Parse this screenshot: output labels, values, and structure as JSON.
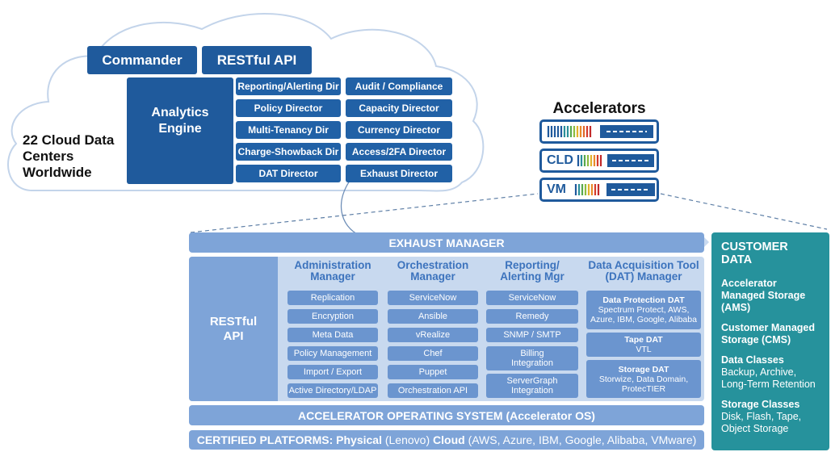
{
  "cloud": {
    "commander": "Commander",
    "restful_api": "RESTful API",
    "engine": "Analytics Engine",
    "directors": [
      "Reporting/Alerting Dir",
      "Audit / Compliance",
      "Policy Director",
      "Capacity Director",
      "Multi-Tenancy Dir",
      "Currency Director",
      "Charge-Showback Dir",
      "Access/2FA Director",
      "DAT Director",
      "Exhaust Director"
    ],
    "datacenters": "22 Cloud Data Centers Worldwide"
  },
  "accelerators": {
    "title": "Accelerators",
    "racks": [
      "",
      "CLD",
      "VM"
    ]
  },
  "main": {
    "exhaust_manager": "EXHAUST MANAGER",
    "restful_api": "RESTful API",
    "admin": {
      "title": "Administration Manager",
      "items": [
        "Replication",
        "Encryption",
        "Meta Data",
        "Policy Management",
        "Import / Export",
        "Active Directory/LDAP"
      ]
    },
    "orchestration": {
      "title": "Orchestration Manager",
      "items": [
        "ServiceNow",
        "Ansible",
        "vRealize",
        "Chef",
        "Puppet",
        "Orchestration API"
      ]
    },
    "reporting": {
      "title": "Reporting/ Alerting Mgr",
      "items": [
        "ServiceNow",
        "Remedy",
        "SNMP / SMTP",
        "Billing Integration",
        "ServerGraph Integration"
      ]
    },
    "dat": {
      "title": "Data Acquisition Tool (DAT) Manager",
      "items": [
        {
          "title": "Data Protection DAT",
          "body": "Spectrum Protect, AWS, Azure, IBM, Google, Alibaba"
        },
        {
          "title": "Tape DAT",
          "body": "VTL"
        },
        {
          "title": "Storage DAT",
          "body": "Storwize, Data Domain, ProtecTIER"
        }
      ]
    },
    "os": "ACCELERATOR OPERATING SYSTEM (Accelerator OS)",
    "platforms": {
      "label": "CERTIFIED PLATFORMS:",
      "physical": "Physical",
      "physical_detail": "(Lenovo)",
      "cloud": "Cloud",
      "cloud_detail": "(AWS, Azure, IBM, Google, Alibaba, VMware)"
    }
  },
  "customer": {
    "title": "CUSTOMER DATA",
    "sections": [
      {
        "head": "Accelerator Managed Storage (AMS)",
        "body": ""
      },
      {
        "head": "Customer Managed Storage (CMS)",
        "body": ""
      },
      {
        "head": "Data Classes",
        "body": "Backup, Archive, Long-Term Retention"
      },
      {
        "head": "Storage Classes",
        "body": "Disk, Flash, Tape, Object Storage"
      }
    ]
  },
  "colors": {
    "dark_blue": "#1f5a9c",
    "mid_blue": "#6b95cf",
    "light_blue": "#8aaede",
    "teal": "#26929c",
    "cloud_line": "#bcd0ea"
  }
}
